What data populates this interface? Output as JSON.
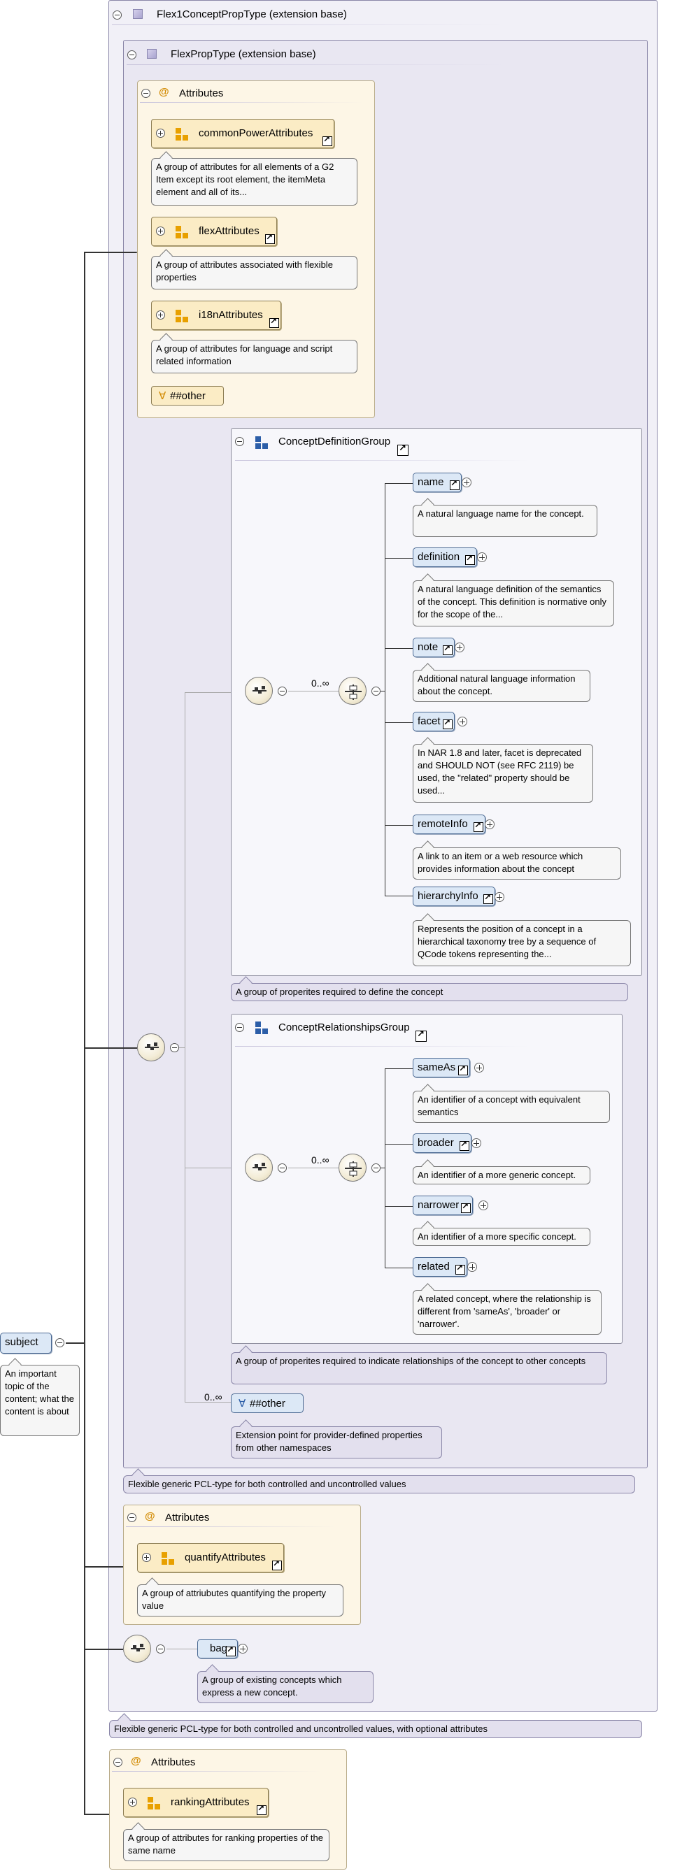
{
  "root": {
    "name": "subject",
    "note": "An important topic of the content; what the content is about"
  },
  "flex1": {
    "title": "Flex1ConceptPropType (extension base)",
    "note": "Flexible generic PCL-type for both controlled and uncontrolled values, with optional attributes"
  },
  "flexprop": {
    "title": "FlexPropType (extension base)",
    "note": "Flexible generic PCL-type for both controlled and uncontrolled values"
  },
  "attrs1": {
    "title": "Attributes",
    "items": [
      {
        "name": "commonPowerAttributes",
        "note": "A group of attributes for all elements of a G2 Item except its root element, the itemMeta element and all of its..."
      },
      {
        "name": "flexAttributes",
        "note": "A group of attributes associated with flexible properties"
      },
      {
        "name": "i18nAttributes",
        "note": "A group of attributes for language and script related information"
      }
    ],
    "other": "##other"
  },
  "conceptDefinitionGroup": {
    "title": "ConceptDefinitionGroup",
    "occurrence": "0..∞",
    "note": "A group of properites required to define the concept",
    "elements": [
      {
        "name": "name",
        "note": "A natural language name for the concept."
      },
      {
        "name": "definition",
        "note": "A natural language definition of the semantics of the concept. This definition is normative only for the scope of the..."
      },
      {
        "name": "note",
        "note": "Additional natural language information about the concept."
      },
      {
        "name": "facet",
        "note": "In NAR 1.8 and later, facet is deprecated and SHOULD NOT (see RFC 2119) be used, the \"related\" property should be used..."
      },
      {
        "name": "remoteInfo",
        "note": "A link to an item or a web resource which provides information about the concept"
      },
      {
        "name": "hierarchyInfo",
        "note": "Represents the position of a concept in a hierarchical taxonomy tree by a sequence of QCode tokens representing the..."
      }
    ]
  },
  "conceptRelationshipsGroup": {
    "title": "ConceptRelationshipsGroup",
    "occurrence": "0..∞",
    "note": "A group of properites required to indicate relationships of the concept to other concepts",
    "elements": [
      {
        "name": "sameAs",
        "note": "An identifier of a concept with equivalent semantics"
      },
      {
        "name": "broader",
        "note": "An identifier of a more generic concept."
      },
      {
        "name": "narrower",
        "note": "An identifier of a more specific concept."
      },
      {
        "name": "related",
        "note": "A related concept, where the relationship is different from 'sameAs', 'broader' or 'narrower'."
      }
    ]
  },
  "anyOther": {
    "occurrence": "0..∞",
    "label": "##other",
    "note": "Extension point for provider-defined properties from other namespaces"
  },
  "attrs2": {
    "title": "Attributes",
    "item": {
      "name": "quantifyAttributes",
      "note": "A group of attriubutes quantifying the property value"
    }
  },
  "bag": {
    "name": "bag",
    "note": "A group of existing concepts which express a new concept."
  },
  "attrs3": {
    "title": "Attributes",
    "item": {
      "name": "rankingAttributes",
      "note": "A group of attributes for ranking properties of the same name"
    }
  },
  "colors": {
    "element_fill": "#dce8f6",
    "attribute_fill": "#fdf6e6",
    "complex_type_fill": "#f1f0f7",
    "attribute_group_fill": "#fbecc5"
  }
}
